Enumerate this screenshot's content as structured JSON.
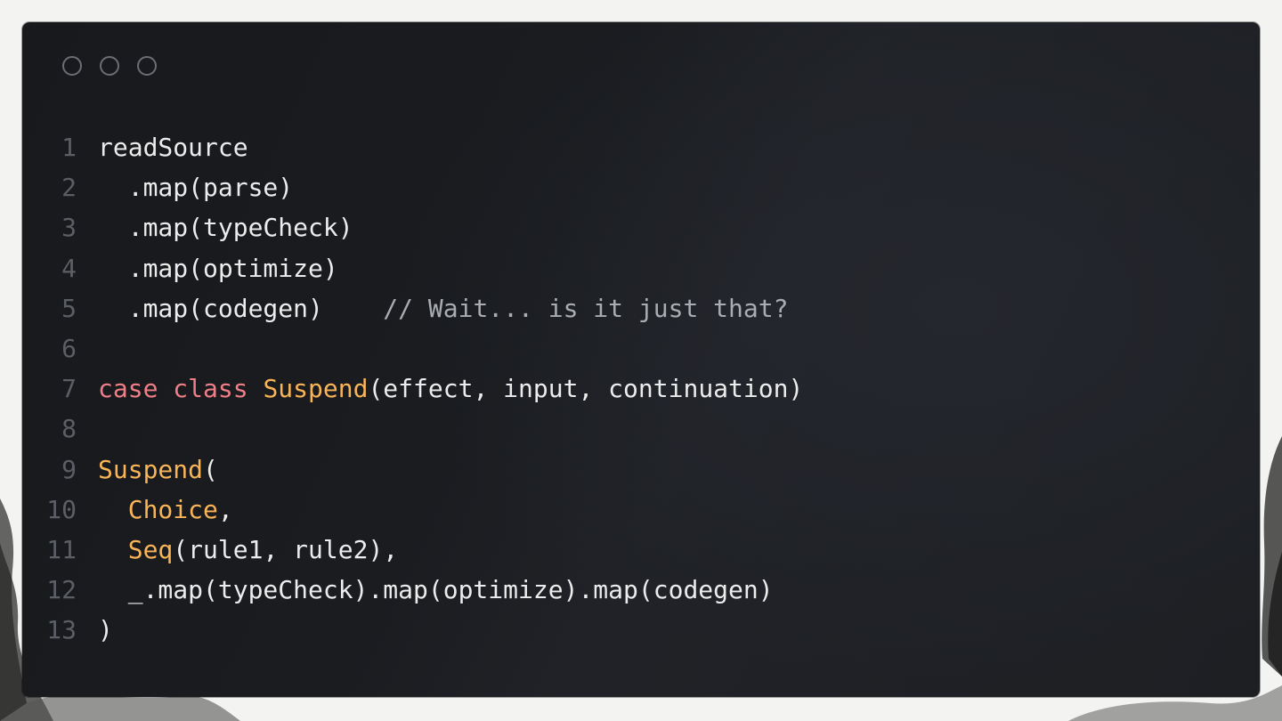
{
  "window": {
    "controls": [
      "window-control-1",
      "window-control-2",
      "window-control-3"
    ]
  },
  "colors": {
    "background": "#1b1d21",
    "keyword": "#f07e86",
    "type": "#f8b457",
    "text": "#ececec",
    "comment": "#a9acb1",
    "line_number": "#5b5e64"
  },
  "code": {
    "lines": [
      {
        "num": "1",
        "segments": [
          {
            "t": "readSource",
            "k": "tx"
          }
        ]
      },
      {
        "num": "2",
        "segments": [
          {
            "t": "  .map(parse)",
            "k": "tx"
          }
        ]
      },
      {
        "num": "3",
        "segments": [
          {
            "t": "  .map(typeCheck)",
            "k": "tx"
          }
        ]
      },
      {
        "num": "4",
        "segments": [
          {
            "t": "  .map(optimize)",
            "k": "tx"
          }
        ]
      },
      {
        "num": "5",
        "segments": [
          {
            "t": "  .map(codegen)    ",
            "k": "tx"
          },
          {
            "t": "// Wait... is it just that?",
            "k": "cm"
          }
        ]
      },
      {
        "num": "6",
        "segments": []
      },
      {
        "num": "7",
        "segments": [
          {
            "t": "case class ",
            "k": "kw"
          },
          {
            "t": "Suspend",
            "k": "ty"
          },
          {
            "t": "(effect, input, continuation)",
            "k": "tx"
          }
        ]
      },
      {
        "num": "8",
        "segments": []
      },
      {
        "num": "9",
        "segments": [
          {
            "t": "Suspend",
            "k": "ty"
          },
          {
            "t": "(",
            "k": "tx"
          }
        ]
      },
      {
        "num": "10",
        "segments": [
          {
            "t": "  ",
            "k": "tx"
          },
          {
            "t": "Choice",
            "k": "ty"
          },
          {
            "t": ",",
            "k": "tx"
          }
        ]
      },
      {
        "num": "11",
        "segments": [
          {
            "t": "  ",
            "k": "tx"
          },
          {
            "t": "Seq",
            "k": "ty"
          },
          {
            "t": "(rule1, rule2),",
            "k": "tx"
          }
        ]
      },
      {
        "num": "12",
        "segments": [
          {
            "t": "  _.map(typeCheck).map(optimize).map(codegen)",
            "k": "tx"
          }
        ]
      },
      {
        "num": "13",
        "segments": [
          {
            "t": ")",
            "k": "tx"
          }
        ]
      }
    ]
  }
}
